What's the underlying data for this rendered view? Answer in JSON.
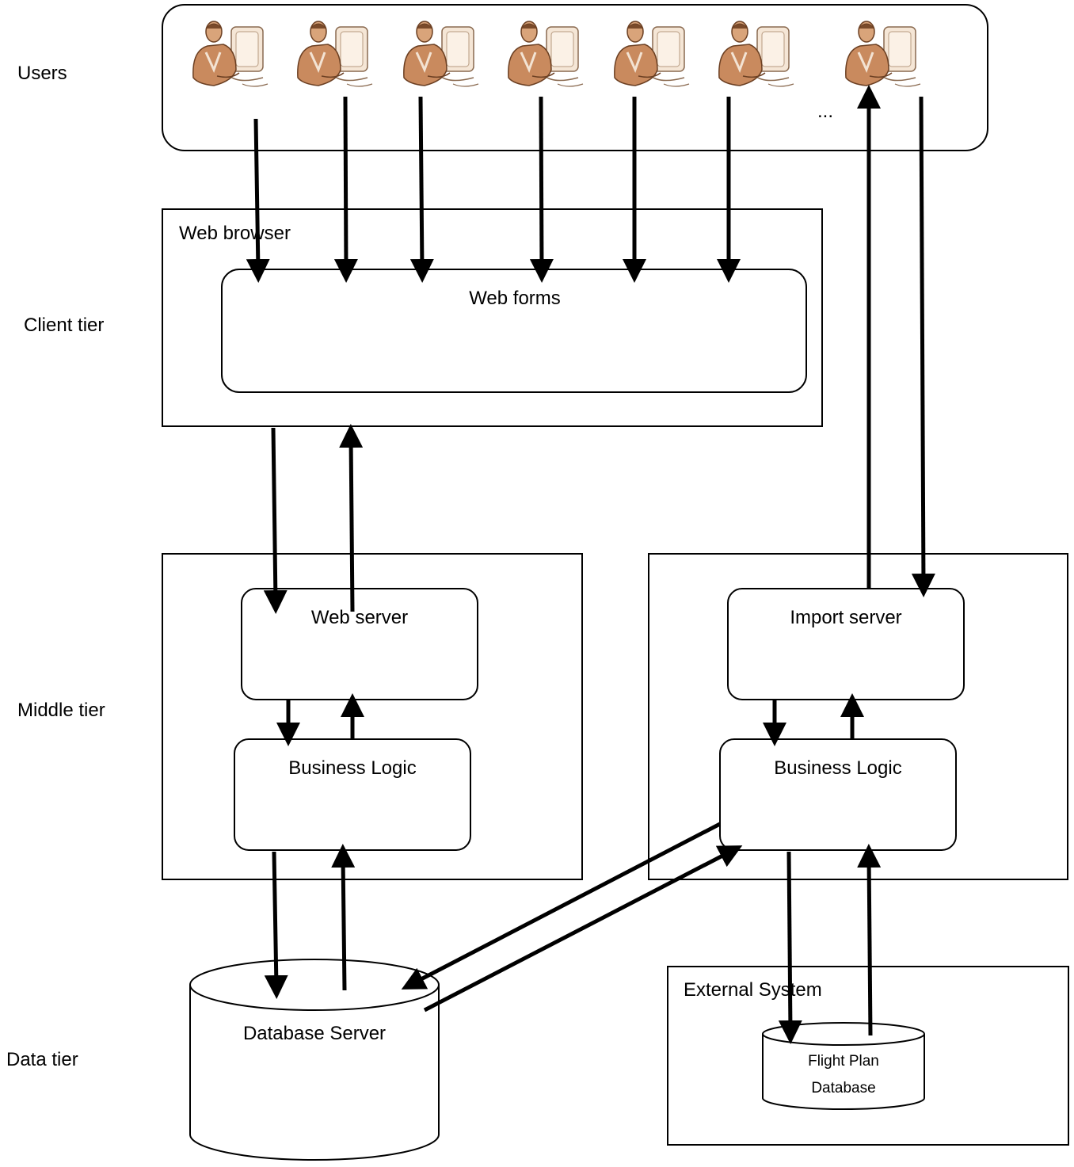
{
  "tiers": {
    "users": "Users",
    "client": "Client tier",
    "middle": "Middle tier",
    "data": "Data tier"
  },
  "users_ellipsis": "...",
  "user_icon": "person-at-computer-icon",
  "user_count_shown": 7,
  "client": {
    "container": "Web browser",
    "forms": "Web forms"
  },
  "middle_left": {
    "server": "Web server",
    "logic": "Business Logic"
  },
  "middle_right": {
    "server": "Import server",
    "logic": "Business Logic"
  },
  "data": {
    "database": "Database Server",
    "external": "External System",
    "flight_db_line1": "Flight Plan",
    "flight_db_line2": "Database"
  }
}
